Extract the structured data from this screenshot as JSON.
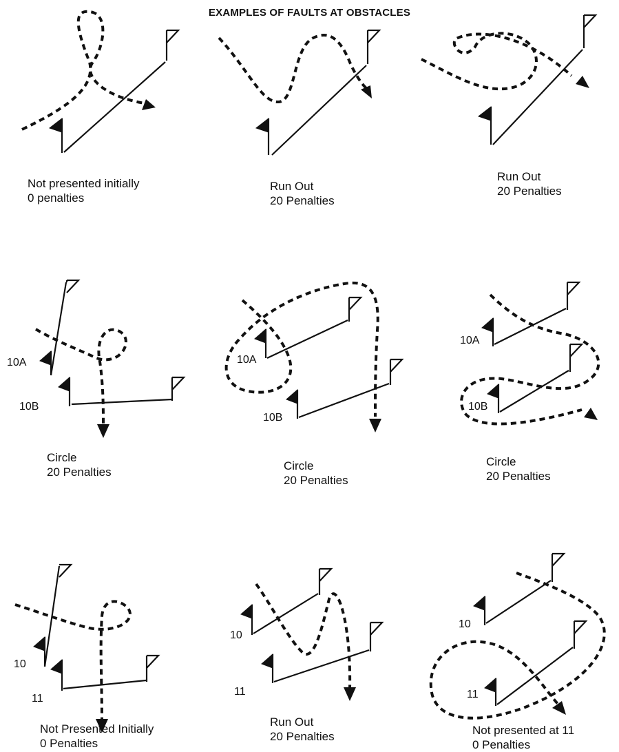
{
  "title": "EXAMPLES OF FAULTS AT OBSTACLES",
  "panels": [
    {
      "caption_line1": "Not presented initially",
      "caption_line2": "0 penalties",
      "labels": []
    },
    {
      "caption_line1": "Run Out",
      "caption_line2": "20 Penalties",
      "labels": []
    },
    {
      "caption_line1": "Run Out",
      "caption_line2": "20 Penalties",
      "labels": []
    },
    {
      "caption_line1": "Circle",
      "caption_line2": "20 Penalties",
      "labels": [
        "10A",
        "10B"
      ]
    },
    {
      "caption_line1": "Circle",
      "caption_line2": "20 Penalties",
      "labels": [
        "10A",
        "10B"
      ]
    },
    {
      "caption_line1": "Circle",
      "caption_line2": "20 Penalties",
      "labels": [
        "10A",
        "10B"
      ]
    },
    {
      "caption_line1": "Not Presented Initially",
      "caption_line2": "0 Penalties",
      "labels": [
        "10",
        "11"
      ]
    },
    {
      "caption_line1": "Run Out",
      "caption_line2": "20 Penalties",
      "labels": [
        "10",
        "11"
      ]
    },
    {
      "caption_line1": "Not presented at 11",
      "caption_line2": "0 Penalties",
      "labels": [
        "10",
        "11"
      ]
    }
  ],
  "colors": {
    "ink": "#111111",
    "background": "#ffffff"
  }
}
